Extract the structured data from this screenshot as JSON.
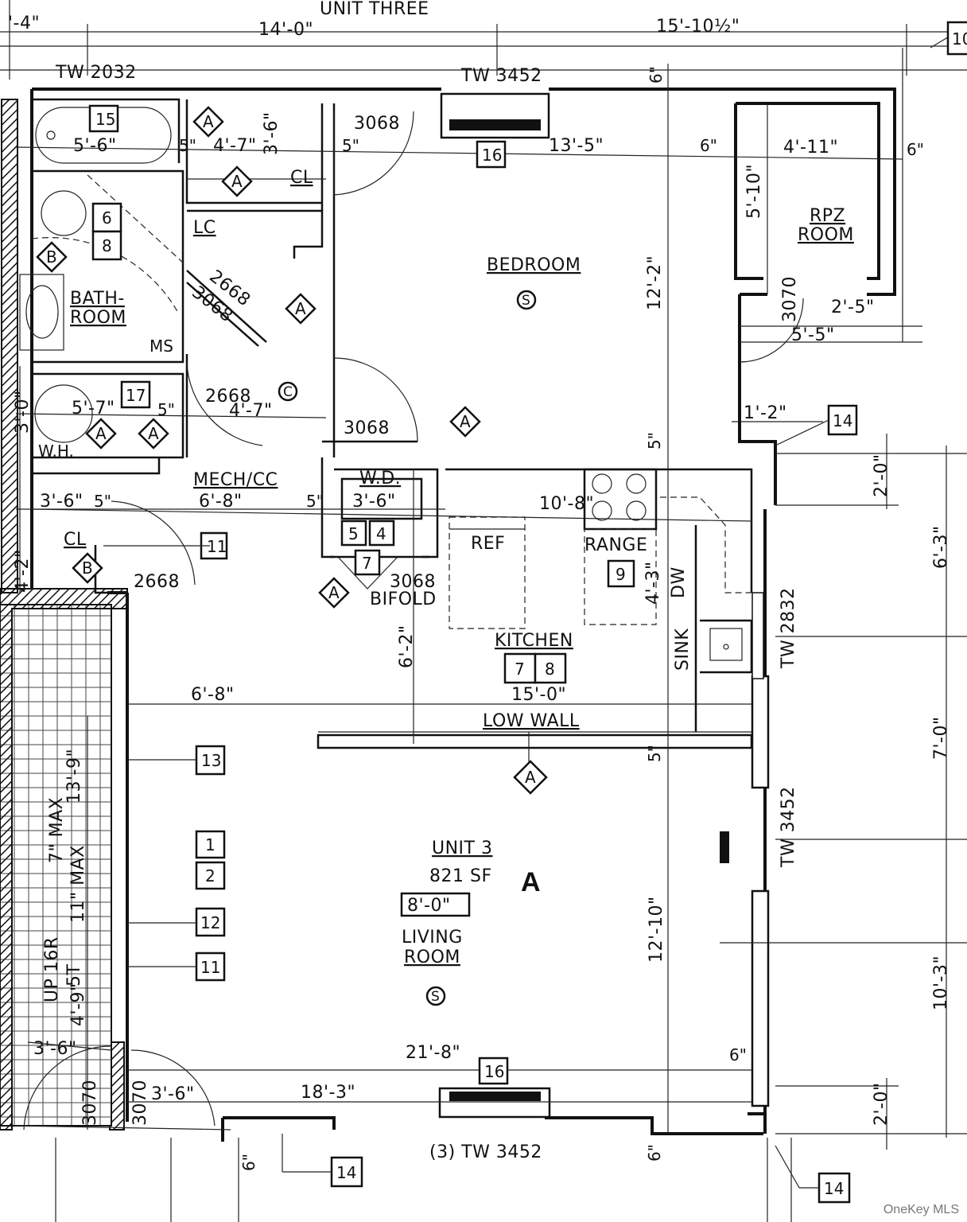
{
  "header": {
    "unit_title": "UNIT THREE",
    "dim_left": "14'-0\"",
    "dim_right": "15'-10½\"",
    "dim_edge": "'-4\"",
    "tag_corner": "10"
  },
  "windows": {
    "tw_top_left": "TW 2032",
    "tw_top_mid": "TW 3452",
    "tw_right_upper": "TW 2832",
    "tw_right_lower": "TW 3452",
    "tw_bottom": "(3) TW 3452"
  },
  "rooms": {
    "bedroom": "BEDROOM",
    "bathroom_1": "BATH-",
    "bathroom_2": "ROOM",
    "rpz_1": "RPZ",
    "rpz_2": "ROOM",
    "kitchen": "KITCHEN",
    "living_1": "LIVING",
    "living_2": "ROOM",
    "unit_name": "UNIT 3",
    "unit_area": "821 SF",
    "unit_type": "A",
    "ceiling": "8'-0\""
  },
  "labels": {
    "cl_top": "CL",
    "lc": "LC",
    "ms": "MS",
    "wh": "W.H.",
    "mech": "MECH/CC",
    "cl_bottom": "CL",
    "wd": "W.D.",
    "ref": "REF",
    "range": "RANGE",
    "dw": "DW",
    "sink": "SINK",
    "low_wall": "LOW WALL",
    "bifold": "BIFOLD",
    "tw_door_ref": "3068"
  },
  "doors": {
    "d3068_top": "3068",
    "d2668_diag": "2668",
    "d3068_diag": "3068",
    "d2668_mech": "2668",
    "d3068_mid": "3068",
    "d2668_cl": "2668",
    "d3068_kit": "3068",
    "d3070": "3070",
    "d3070b": "3070",
    "d3070c": "3070"
  },
  "dims": {
    "bath_w": "5'-6\"",
    "cl_w": "4'-7\"",
    "five_a": "5\"",
    "five_b": "5\"",
    "three_six": "3'-6\"",
    "bed_w": "13'-5\"",
    "six_a": "6\"",
    "six_b": "6\"",
    "six_c": "6\"",
    "rpz_w": "4'-11\"",
    "rpz_h": "5'-10\"",
    "two_five": "2'-5\"",
    "five_five": "5'-5\"",
    "one_two": "1'-2\"",
    "bed_h": "12'-2\"",
    "mech_w": "5'-7\"",
    "four_seven": "4'-7\"",
    "five_c": "5\"",
    "three_six_b": "3'-6\"",
    "five_d": "5\"",
    "six_eight_a": "6'-8\"",
    "wd_w": "3'-6\"",
    "kit_w": "10'-8\"",
    "kit_h": "6'-2\"",
    "kit_depth": "4'-3\"",
    "kit_len": "15'-0\"",
    "six_eight_b": "6'-8\"",
    "five_e": "5\"",
    "live_h": "12'-10\"",
    "right_1": "2'-0\"",
    "right_2": "6'-3\"",
    "right_3": "7'-0\"",
    "right_4": "10'-3\"",
    "right_5": "2'-0\"",
    "stair_h": "13'-9\"",
    "stair_w": "4'-9\"",
    "live_w": "21'-8\"",
    "bot_w": "18'-3\"",
    "bot_six_a": "6\"",
    "bot_six_b": "6\"",
    "bot_six_c": "6\"",
    "stair_l": "3'-6\"",
    "three_six_c": "3'-6\"",
    "five_f": "5\"",
    "v5": "5\"",
    "v4_2": "4'-2\"",
    "v3_0": "3'-0\""
  },
  "stair": {
    "up_text": "UP 16R",
    "st_text": "5T",
    "max7": "7\" MAX",
    "max11": "11\" MAX"
  },
  "tags": {
    "t15": "15",
    "t16a": "16",
    "t6": "6",
    "t8": "8",
    "t17": "17",
    "t5": "5",
    "t4": "4",
    "t7": "7",
    "t9": "9",
    "t7b": "7",
    "t8b": "8",
    "t11a": "11",
    "t13": "13",
    "t1": "1",
    "t2": "2",
    "t12": "12",
    "t11b": "11",
    "t16b": "16",
    "t14a": "14",
    "t14b": "14",
    "t14c": "14"
  },
  "symbols": {
    "a": "A",
    "b": "B",
    "s": "S",
    "c": "C"
  },
  "footer": "OneKey MLS"
}
